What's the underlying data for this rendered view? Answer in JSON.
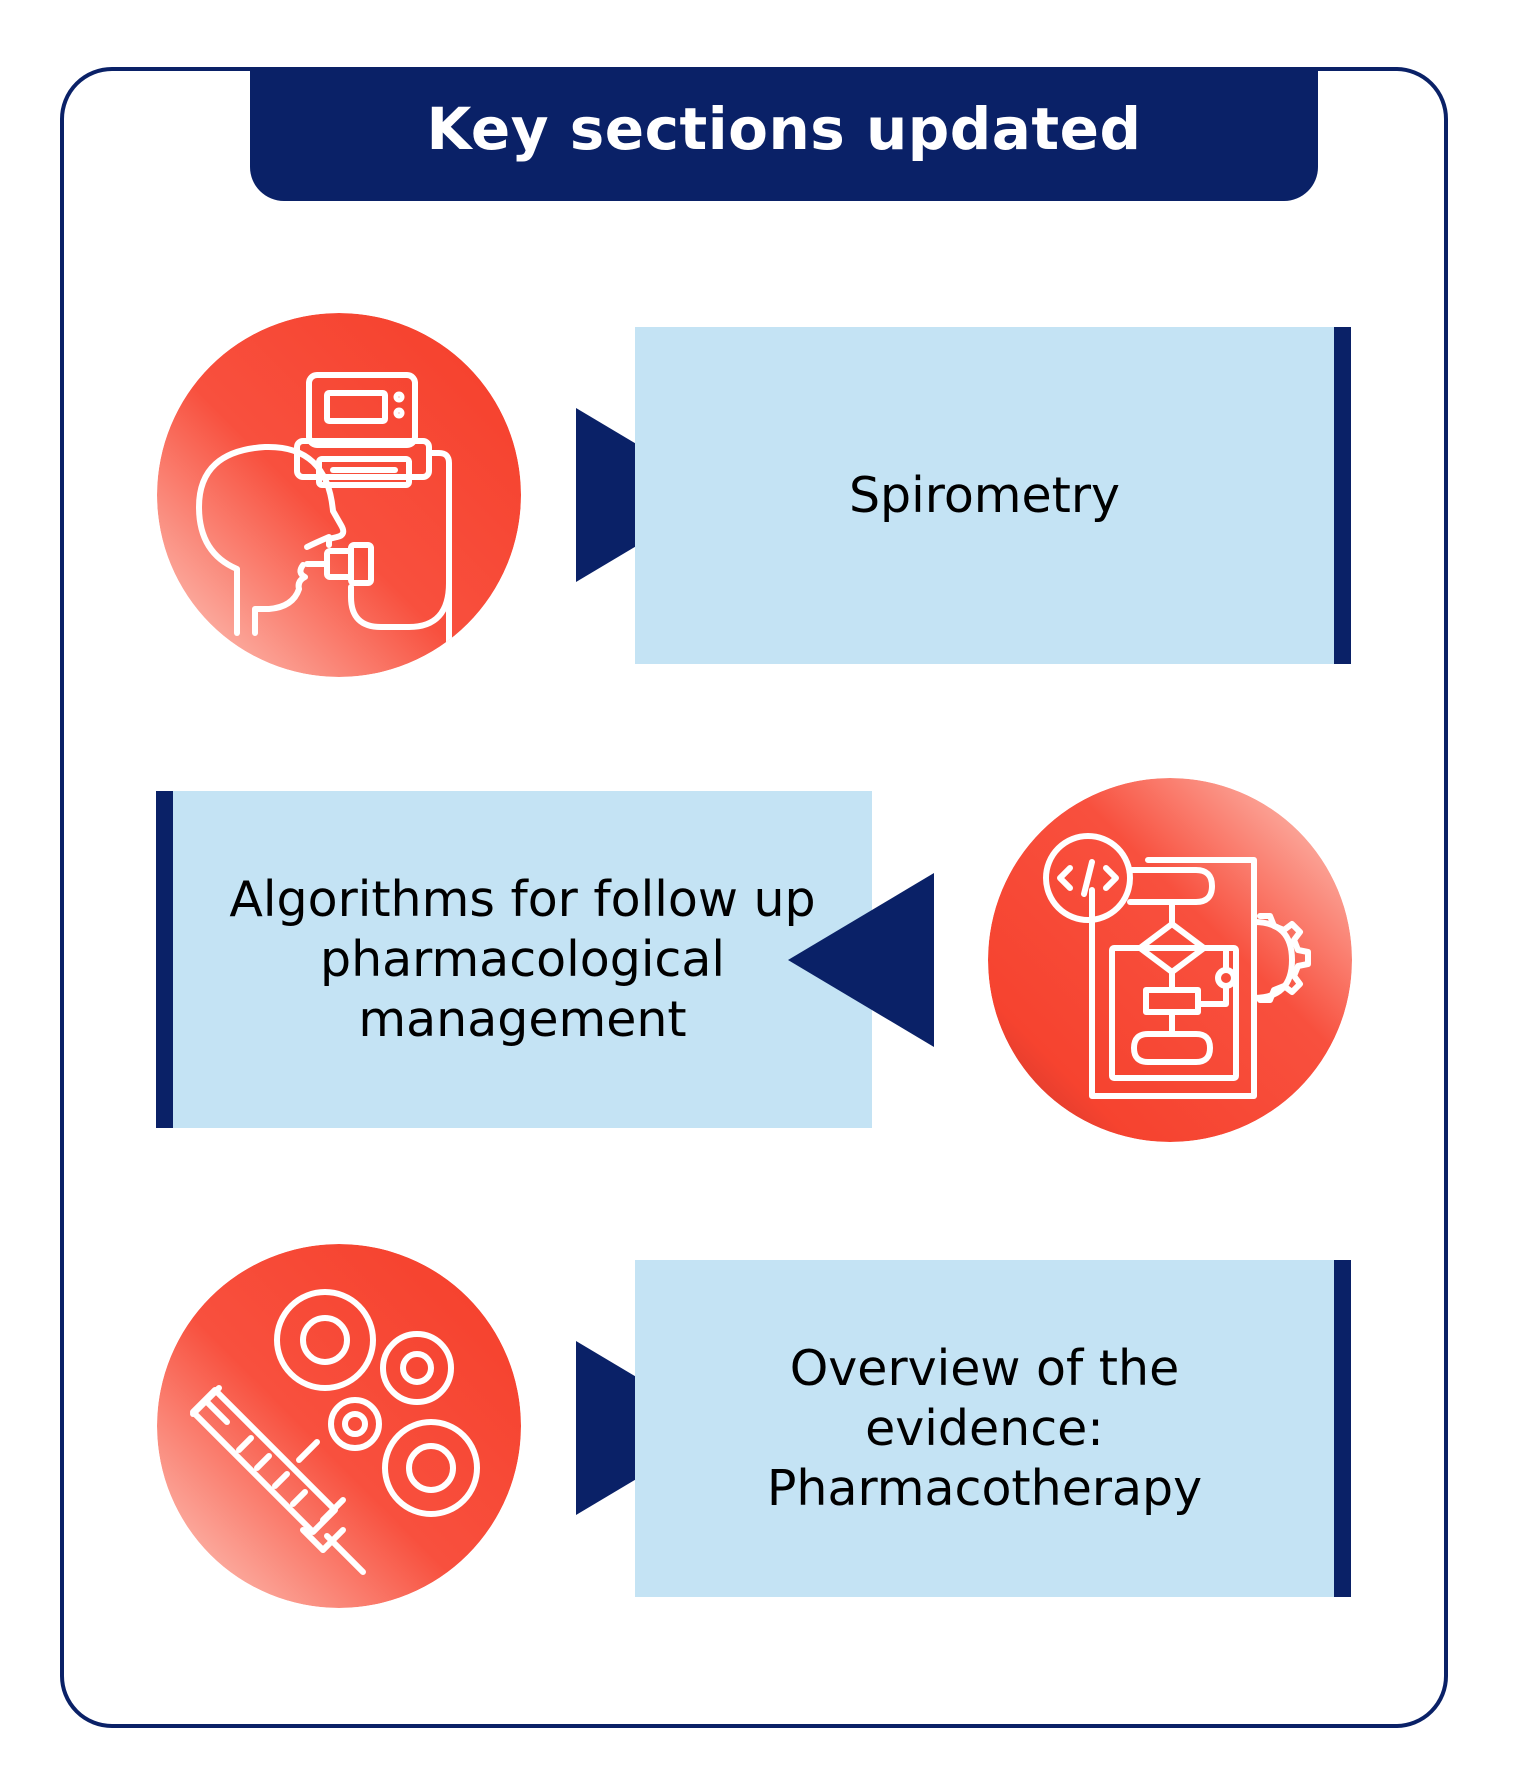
{
  "header": {
    "title": "Key sections updated"
  },
  "colors": {
    "navy": "#0a2167",
    "box_fill": "#c4e3f4",
    "circle_red": "#f84b3a",
    "circle_light": "#fbb6a9"
  },
  "sections": [
    {
      "label": "Spirometry",
      "icon": "spirometry-icon",
      "arrow_direction": "right"
    },
    {
      "label": "Algorithms for follow up\npharmacological\nmanagement",
      "icon": "algorithm-flowchart-icon",
      "arrow_direction": "left"
    },
    {
      "label": "Overview of the\nevidence:\nPharmacotherapy",
      "icon": "syringe-cells-icon",
      "arrow_direction": "right"
    }
  ]
}
